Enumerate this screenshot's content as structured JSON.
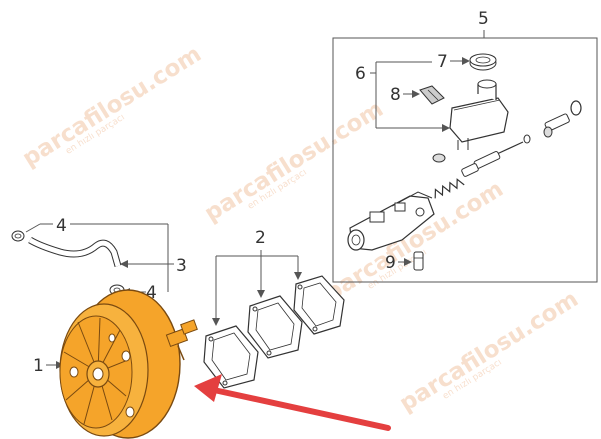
{
  "callouts": {
    "c1": "1",
    "c2": "2",
    "c3": "3",
    "c4a": "4",
    "c4b": "4",
    "c5": "5",
    "c6": "6",
    "c7": "7",
    "c8": "8",
    "c9": "9"
  },
  "watermark": {
    "brand": "parcafilosu.com",
    "tagline": "en hızlı parçacı"
  },
  "colors": {
    "booster_fill": "#f5a42a",
    "booster_stroke": "#7a4a10",
    "arrow": "#e43f3f",
    "line": "#444444",
    "watermark": "#f2c6a6"
  }
}
